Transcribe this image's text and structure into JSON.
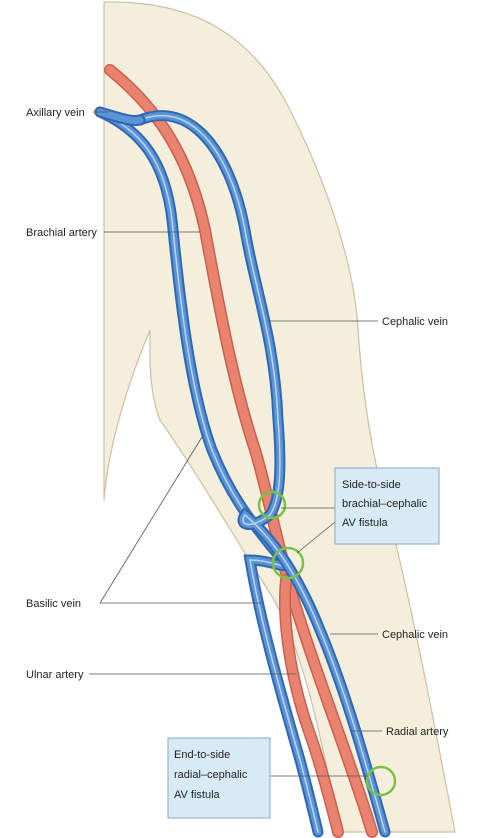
{
  "labels": {
    "axillary_vein": "Axillary vein",
    "brachial_artery": "Brachial artery",
    "cephalic_vein_upper": "Cephalic vein",
    "basilic_vein": "Basilic vein",
    "ulnar_artery": "Ulnar artery",
    "cephalic_vein_lower": "Cephalic vein",
    "radial_artery": "Radial artery"
  },
  "fistula_boxes": {
    "brachial_cephalic": {
      "line1": "Side-to-side",
      "line2": "brachial–cephalic",
      "line3": "AV fistula"
    },
    "radial_cephalic": {
      "line1": "End-to-side",
      "line2": "radial–cephalic",
      "line3": "AV fistula"
    }
  },
  "colors": {
    "skin": "#f4efdc",
    "skin_outline": "#c9c0a4",
    "vein": "#5a93d6",
    "vein_dark": "#2f68b0",
    "artery": "#e9826e",
    "artery_dark": "#c9604e",
    "fistula_ring": "#7cc242",
    "box_fill": "#d8eaf6",
    "box_border": "#7fa9c9"
  }
}
